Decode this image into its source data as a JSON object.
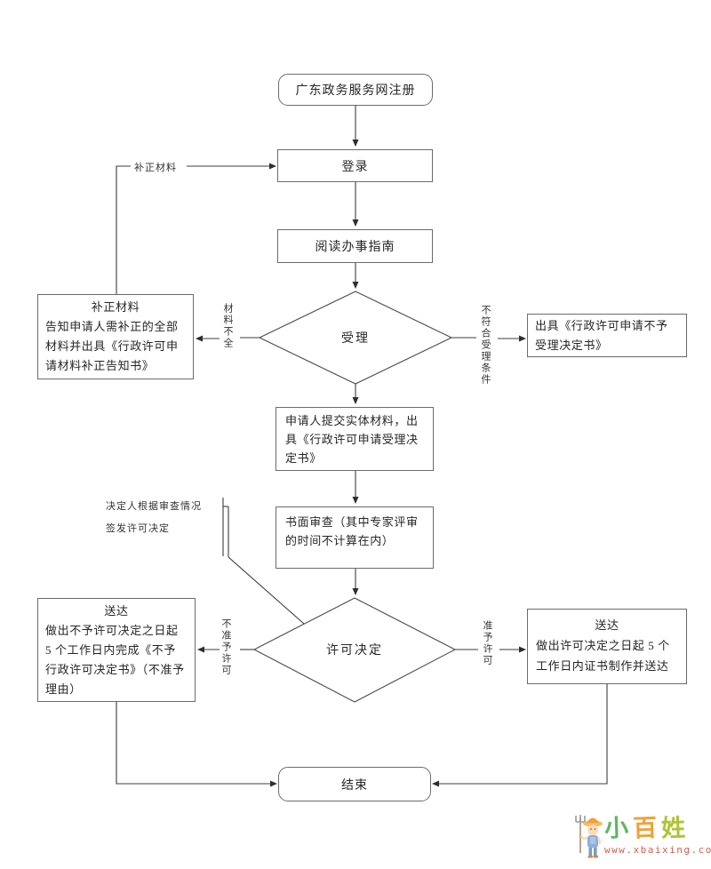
{
  "flowchart": {
    "nodes": {
      "start": {
        "label": "广东政务服务网注册"
      },
      "login": {
        "label": "登录"
      },
      "read_guide": {
        "label": "阅读办事指南"
      },
      "accept": {
        "label": "受理"
      },
      "supplement": {
        "title": "补正材料",
        "body": "告知申请人需补正的全部材料并出具《行政许可申请材料补正告知书》"
      },
      "reject": {
        "body": "出具《行政许可申请不予受理决定书》"
      },
      "submit": {
        "body": "申请人提交实体材料，出具《行政许可申请受理决定书》"
      },
      "review": {
        "body": "书面审查（其中专家评审的时间不计算在内）"
      },
      "decision": {
        "label": "许可决定"
      },
      "deliver_deny": {
        "title": "送达",
        "body": "做出不予许可决定之日起 5 个工作日内完成《不予行政许可决定书》（不准予理由）"
      },
      "deliver_grant": {
        "title": "送达",
        "body": "做出许可决定之日起 5 个工作日内证书制作并送达"
      },
      "end": {
        "label": "结束"
      }
    },
    "edge_labels": {
      "resubmit": "补正材料",
      "incomplete": "材料不全",
      "not_qualified": "不符合受理条件",
      "deny": "不准予许可",
      "grant": "准予许可"
    },
    "annotation": {
      "line1": "决定人根据审查情况",
      "line2": "签发许可决定"
    },
    "line_color": "#3d3d3d",
    "border_color": "#6b6b6b"
  },
  "watermark": {
    "brand_chars": [
      "小",
      "百",
      "姓"
    ],
    "brand_colors": [
      "#5cb85c",
      "#f0a13a",
      "#aec431"
    ],
    "url": "www.xbaixing.com",
    "url_color": "#e05a4f"
  }
}
